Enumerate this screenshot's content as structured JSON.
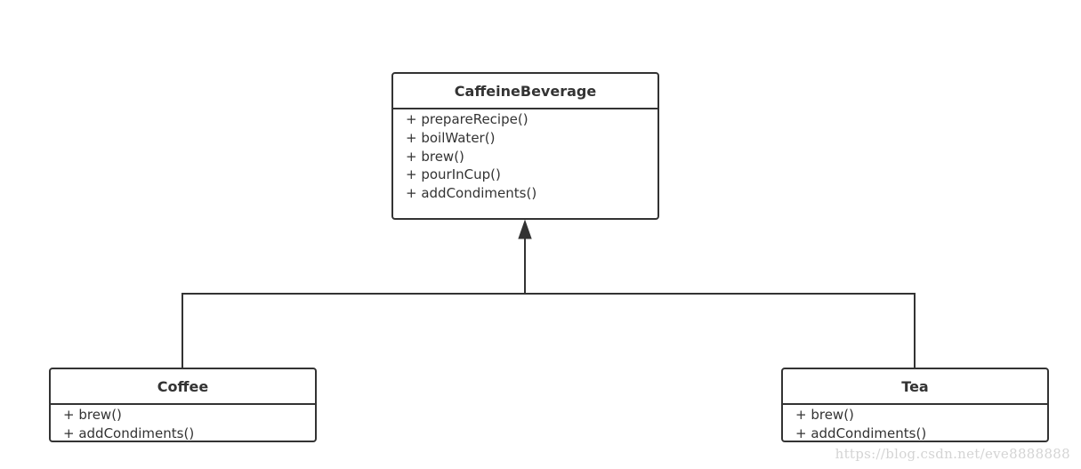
{
  "diagram": {
    "classes": [
      {
        "name": "CaffeineBeverage",
        "methods": [
          "+ prepareRecipe()",
          "+ boilWater()",
          "+ brew()",
          "+ pourInCup()",
          "+ addCondiments()"
        ]
      },
      {
        "name": "Coffee",
        "methods": [
          "+ brew()",
          "+ addCondiments()"
        ]
      },
      {
        "name": "Tea",
        "methods": [
          "+ brew()",
          "+ addCondiments()"
        ]
      }
    ],
    "relationships": [
      {
        "type": "inheritance",
        "from": "Coffee",
        "to": "CaffeineBeverage"
      },
      {
        "type": "inheritance",
        "from": "Tea",
        "to": "CaffeineBeverage"
      }
    ],
    "colors": {
      "stroke": "#333333",
      "background": "#ffffff",
      "watermark": "#d4d4d4"
    }
  },
  "watermark": "https://blog.csdn.net/eve8888888"
}
